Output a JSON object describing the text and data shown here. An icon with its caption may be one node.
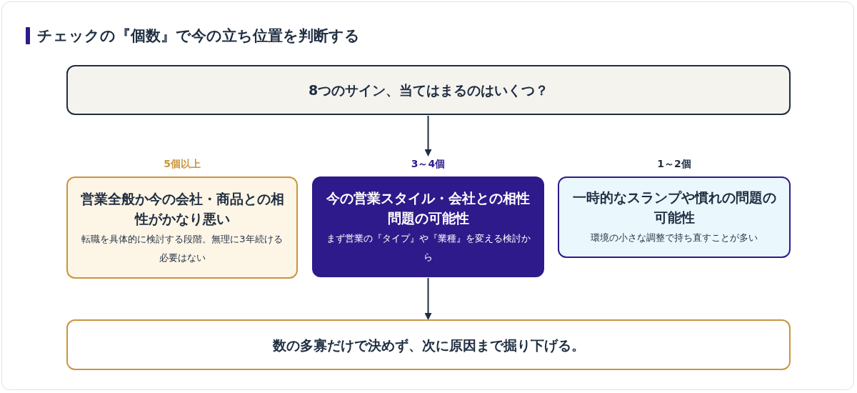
{
  "diagram": {
    "title": "チェックの『個数』で今の立ち位置を判断する",
    "nodes": [
      {
        "text": [
          "8つのサイン、当てはまるのはいくつ？"
        ]
      },
      {
        "text": [
          "5個以上",
          "営業全般か今の会社・商品との相性がかなり悪い",
          "転職を具体的に検討する段階。無理に3年続ける必要はない"
        ]
      },
      {
        "text": [
          "3～4個",
          "今の営業スタイル・会社との相性問題の可能性",
          "まず営業の『タイプ』や『業種』を変える検討から"
        ]
      },
      {
        "text": [
          "1～2個",
          "一時的なスランプや慣れの問題の可能性",
          "環境の小さな調整で持ち直すことが多い"
        ]
      },
      {
        "text": [
          "数の多寡だけで決めず、次に原因まで掘り下げる。"
        ]
      }
    ],
    "edges": [
      {
        "from": 0,
        "to": 2,
        "arrow": "to"
      },
      {
        "from": 2,
        "to": 4,
        "arrow": "to"
      }
    ]
  }
}
